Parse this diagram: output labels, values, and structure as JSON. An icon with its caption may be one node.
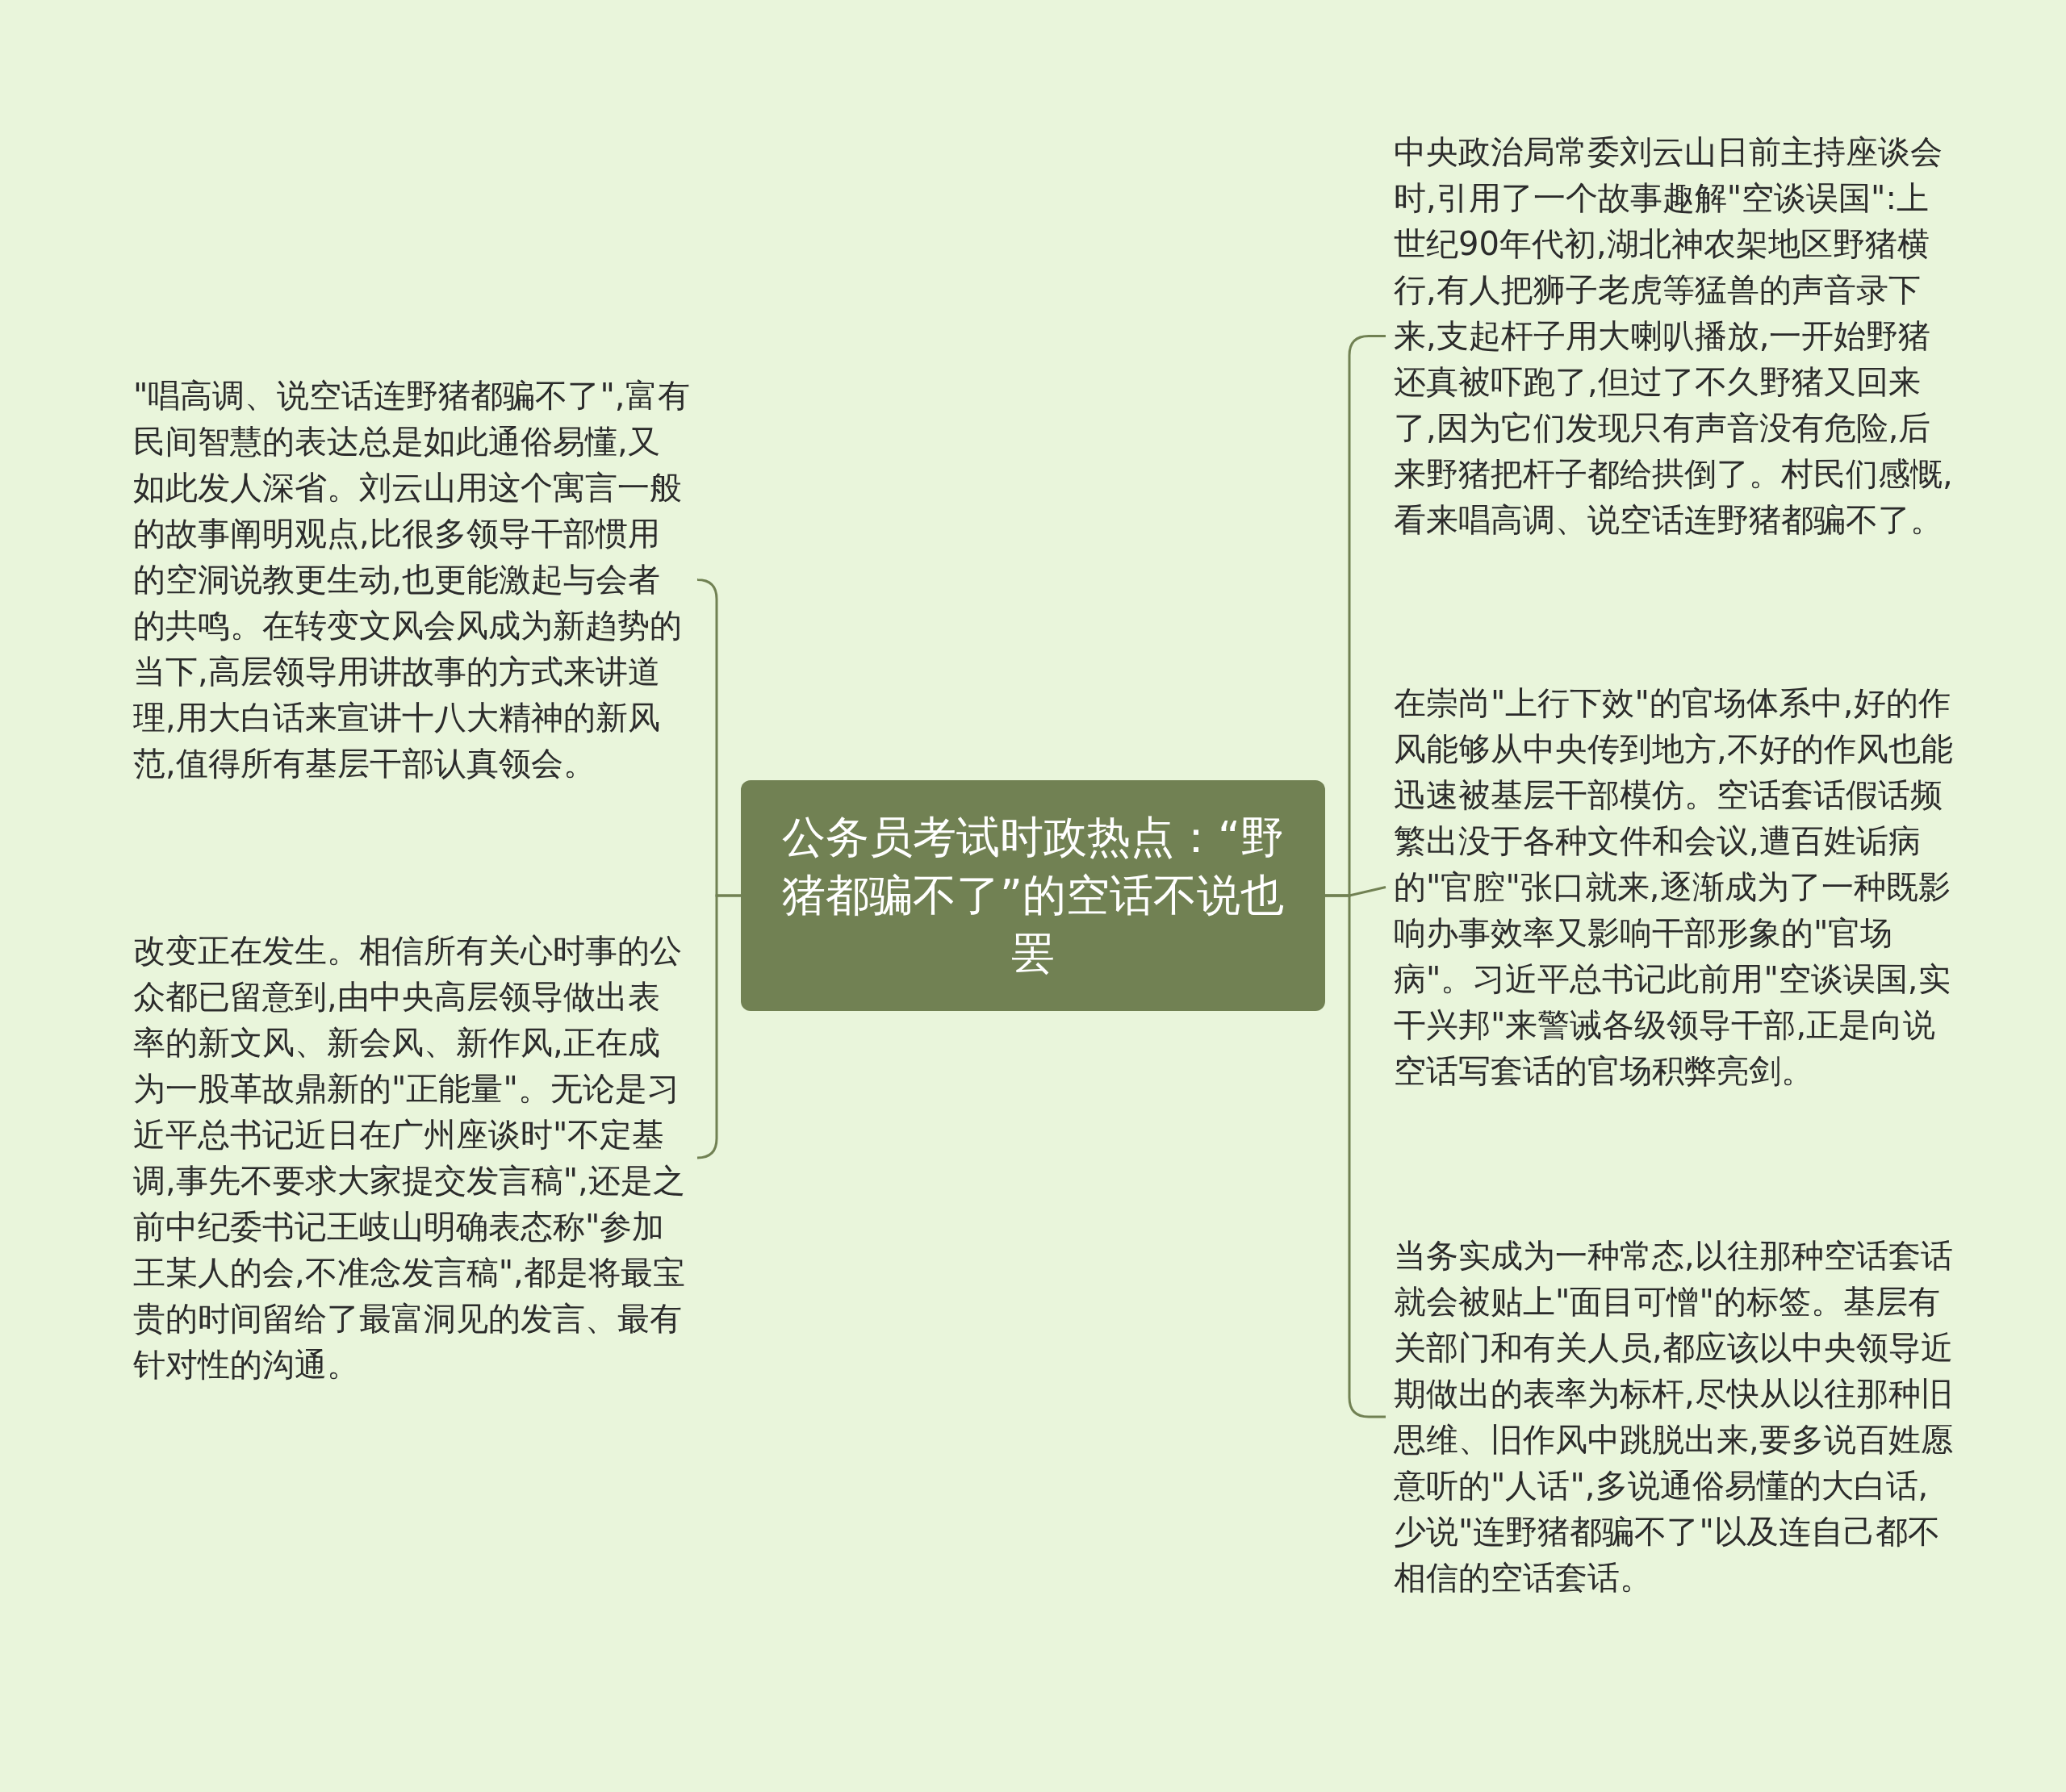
{
  "diagram": {
    "nodes": [
      {
        "text": [
          "公务员考试时政热点：“野猪都骗不了”的空话不说也罢"
        ]
      },
      {
        "text": [
          "\"唱高调、说空话连野猪都骗不了\",富有民间智慧的表达总是如此通俗易懂,又如此发人深省。刘云山用这个寓言一般的故事阐明观点,比很多领导干部惯用的空洞说教更生动,也更能激起与会者的共鸣。在转变文风会风成为新趋势的当下,高层领导用讲故事的方式来讲道理,用大白话来宣讲十八大精神的新风范,值得所有基层干部认真领会。"
        ]
      },
      {
        "text": [
          "改变正在发生。相信所有关心时事的公众都已留意到,由中央高层领导做出表率的新文风、新会风、新作风,正在成为一股革故鼎新的\"正能量\"。无论是习近平总书记近日在广州座谈时\"不定基调,事先不要求大家提交发言稿\",还是之前中纪委书记王岐山明确表态称\"参加王某人的会,不准念发言稿\",都是将最宝贵的时间留给了最富洞见的发言、最有针对性的沟通。"
        ]
      },
      {
        "text": [
          "中央政治局常委刘云山日前主持座谈会时,引用了一个故事趣解\"空谈误国\":上世纪90年代初,湖北神农架地区野猪横行,有人把狮子老虎等猛兽的声音录下来,支起杆子用大喇叭播放,一开始野猪还真被吓跑了,但过了不久野猪又回来了,因为它们发现只有声音没有危险,后来野猪把杆子都给拱倒了。村民们感慨,看来唱高调、说空话连野猪都骗不了。"
        ]
      },
      {
        "text": [
          "在崇尚\"上行下效\"的官场体系中,好的作风能够从中央传到地方,不好的作风也能迅速被基层干部模仿。空话套话假话频繁出没于各种文件和会议,遭百姓诟病的\"官腔\"张口就来,逐渐成为了一种既影响办事效率又影响干部形象的\"官场病\"。习近平总书记此前用\"空谈误国,实干兴邦\"来警诫各级领导干部,正是向说空话写套话的官场积弊亮剑。"
        ]
      },
      {
        "text": [
          "当务实成为一种常态,以往那种空话套话就会被贴上\"面目可憎\"的标签。基层有关部门和有关人员,都应该以中央领导近期做出的表率为标杆,尽快从以往那种旧思维、旧作风中跳脱出来,要多说百姓愿意听的\"人话\",多说通俗易懂的大白话,少说\"连野猪都骗不了\"以及连自己都不相信的空话套话。"
        ]
      }
    ],
    "edges": [
      {
        "from": 0,
        "to": 1,
        "arrow": "none"
      },
      {
        "from": 0,
        "to": 2,
        "arrow": "none"
      },
      {
        "from": 0,
        "to": 3,
        "arrow": "none"
      },
      {
        "from": 0,
        "to": 4,
        "arrow": "none"
      },
      {
        "from": 0,
        "to": 5,
        "arrow": "none"
      }
    ]
  }
}
